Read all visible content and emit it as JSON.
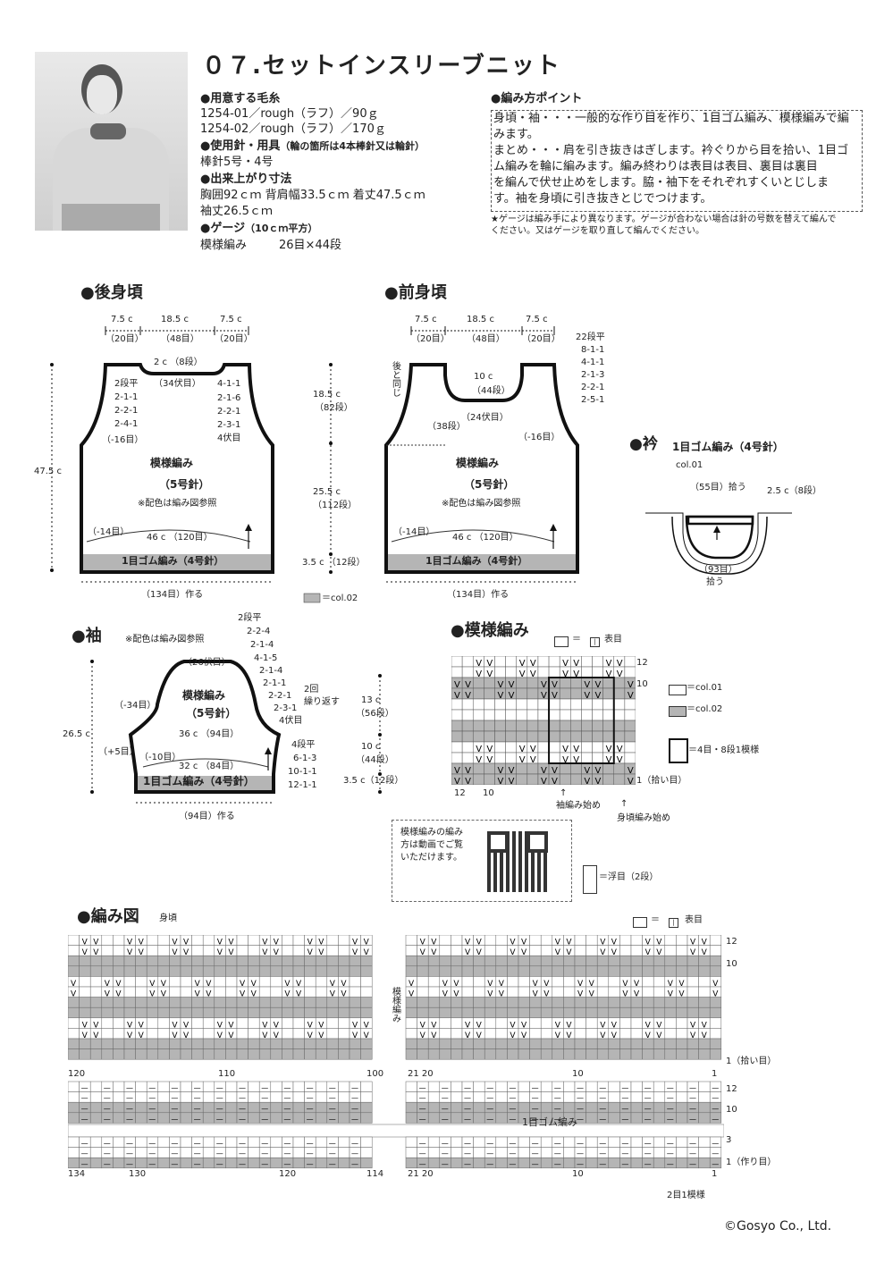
{
  "title": "０７.セットインスリーブニット",
  "yarn": {
    "heading": "●用意する毛糸",
    "lines": [
      "1254-01／rough（ラフ）／90ｇ",
      "1254-02／rough（ラフ）／170ｇ"
    ]
  },
  "tools": {
    "heading": "●使用針・用具",
    "heading_note": "（輪の箇所は4本棒針又は輪針）",
    "lines": [
      "棒針5号・4号"
    ]
  },
  "size": {
    "heading": "●出来上がり寸法",
    "lines": [
      "胸囲92ｃｍ 背肩幅33.5ｃｍ 着丈47.5ｃｍ",
      "袖丈26.5ｃｍ"
    ]
  },
  "gauge": {
    "heading": "●ゲージ",
    "heading_note": "（10ｃｍ平方）",
    "line_label": "模様編み",
    "line_value": "26目×44段"
  },
  "points": {
    "heading": "●編み方ポイント",
    "lines": [
      "身頃・袖・・・一般的な作り目を作り、1目ゴム編み、模様編みで編",
      "みます。",
      "まとめ・・・肩を引き抜きはぎします。衿ぐりから目を拾い、1目ゴ",
      "ム編みを輪に編みます。編み終わりは表目は表目、裏目は裏目",
      "を編んで伏せ止めをします。脇・袖下をそれぞれすくいとじしま",
      "す。袖を身頃に引き抜きとじでつけます。"
    ],
    "note_lines": [
      "★ゲージは編み手により異なります。ゲージが合わない場合は針の号数を替えて編んで",
      "ください。又はゲージを取り直して編んでください。"
    ]
  },
  "back": {
    "heading": "●後身頃",
    "top_widths": [
      "7.5 c",
      "18.5 c",
      "7.5 c"
    ],
    "top_stitches": [
      "（20目）",
      "（48目）",
      "（20目）"
    ],
    "neck": "2 c （8段）",
    "neck_bind": "（34伏目）",
    "left_dec": [
      "2段平",
      "2-1-1",
      "2-2-1",
      "2-4-1",
      "（-16目）"
    ],
    "right_dec": [
      "4-1-1",
      "2-1-6",
      "2-2-1",
      "2-3-1",
      "4伏目"
    ],
    "body_label": "模様編み",
    "needle": "（5号針）",
    "color_note": "※配色は編み図参照",
    "side_dec": "（-14目）",
    "body_width": "46 c （120目）",
    "rib": "1目ゴム編み（4号針）",
    "total_height": "47.5 c",
    "cast_on": "（134目）作る"
  },
  "center_dims": {
    "h1": "18.5 c",
    "h1s": "（82段）",
    "h2": "25.5 c",
    "h2s": "（112段）",
    "h3": "3.5 c",
    "h3s": "（12段）",
    "col02": "＝col.02"
  },
  "front": {
    "heading": "●前身頃",
    "top_widths": [
      "7.5 c",
      "18.5 c",
      "7.5 c"
    ],
    "top_stitches": [
      "（20目）",
      "（48目）",
      "（20目）"
    ],
    "same_as_back": "後と同じ",
    "neck": "10 c",
    "neck_rows": "（44段）",
    "neck_bind": "（24伏目）",
    "neck_side": "（38段）",
    "right_dec": [
      "22段平",
      "8-1-1",
      "4-1-1",
      "2-1-3",
      "2-2-1",
      "2-5-1"
    ],
    "armhole": "（-16目）",
    "body_label": "模様編み",
    "needle": "（5号針）",
    "color_note": "※配色は編み図参照",
    "side_dec": "（-14目）",
    "body_width": "46 c （120目）",
    "rib": "1目ゴム編み（4号針）",
    "cast_on": "（134目）作る"
  },
  "collar": {
    "heading": "●衿",
    "title": "1目ゴム編み（4号針）",
    "color": "col.01",
    "pick_top": "（55目）拾う",
    "height": "2.5 c（8段）",
    "pick_bottom": "（93目）",
    "pick_bottom2": "拾う"
  },
  "sleeve": {
    "heading": "●袖",
    "color_note": "※配色は編み図参照",
    "top_bind": "（26伏目）",
    "left_dec": "（-34目）",
    "body_label": "模様編み",
    "needle": "（5号針）",
    "cap_dec": [
      "2段平",
      "2-2-4",
      "2-1-4",
      "4-1-5",
      "2-1-4",
      "2-1-1",
      "2-2-1",
      "2-3-1",
      "4伏目"
    ],
    "repeat": "2回",
    "repeat2": "繰り返す",
    "width": "36 c （94目）",
    "inc": "（+5目）",
    "inc_sub": "（-10目）",
    "rib_width": "32 c （84目）",
    "rib": "1目ゴム編み（4号針）",
    "inc_list": [
      "4段平",
      "6-1-3",
      "10-1-1",
      "12-1-1"
    ],
    "total_height": "26.5 c",
    "h1": "13 c",
    "h1s": "（56段）",
    "h2": "10 c",
    "h2s": "（44段）",
    "h3": "3.5 c",
    "h3s": "（12段）",
    "cast_on": "（94目）作る"
  },
  "pattern": {
    "heading": "●模様編み",
    "legend_knit": "＝",
    "legend_knit_label": "表目",
    "row_labels": [
      "12",
      "10",
      "1（拾い目）"
    ],
    "col_labels": [
      "12",
      "10"
    ],
    "col01": "＝col.01",
    "col02": "＝col.02",
    "repeat": "＝4目・8段1模様",
    "sleeve_start": "袖編み始め",
    "body_start": "身頃編み始め"
  },
  "qr": {
    "text": [
      "模様編みの編み",
      "方は動画でご覧",
      "いただけます。"
    ],
    "slip": "＝浮目（2段）"
  },
  "chart": {
    "heading": "●編み図",
    "sub": "身頃",
    "legend_label": "表目",
    "side_label": "模様編み",
    "upper_rows": [
      "12",
      "10",
      "1（拾い目）"
    ],
    "upper_cols_left": [
      "120",
      "110",
      "100"
    ],
    "upper_cols_right": [
      "21 20",
      "10",
      "1"
    ],
    "rib_rows_top": [
      "12",
      "10"
    ],
    "rib_label": "1目ゴム編み",
    "rib_rows_bottom": [
      "3",
      "1（作り目）"
    ],
    "lower_cols_left": [
      "134",
      "130",
      "120",
      "114"
    ],
    "lower_cols_right": [
      "21 20",
      "10",
      "1"
    ],
    "rib_repeat": "2目1模様"
  },
  "copyright": "©Gosyo Co., Ltd."
}
